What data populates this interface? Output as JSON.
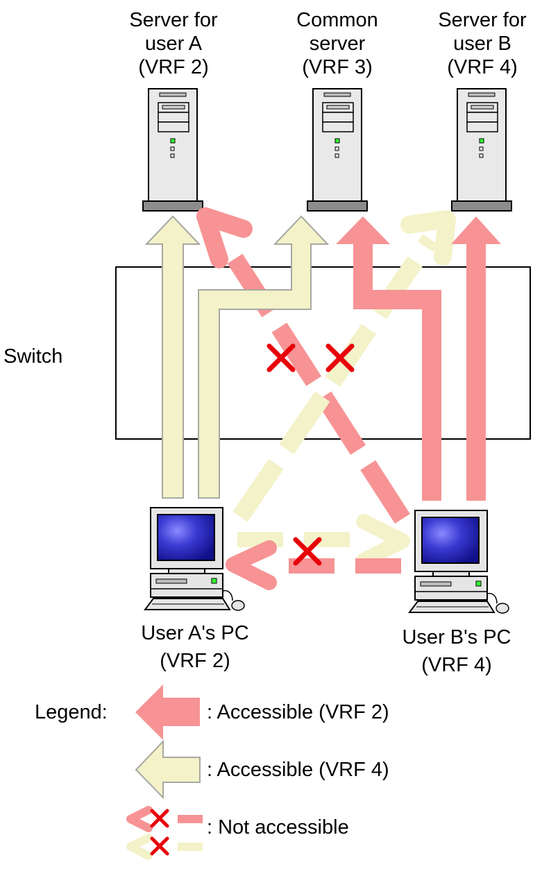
{
  "servers": [
    {
      "id": "a",
      "lines": [
        "Server for",
        "user A",
        "(VRF 2)"
      ]
    },
    {
      "id": "common",
      "lines": [
        "Common",
        "server",
        "(VRF 3)"
      ]
    },
    {
      "id": "b",
      "lines": [
        "Server for",
        "user B",
        "(VRF 4)"
      ]
    }
  ],
  "switch_label": "Switch",
  "pcs": [
    {
      "id": "a",
      "lines": [
        "User A's PC",
        "(VRF 2)"
      ]
    },
    {
      "id": "b",
      "lines": [
        "User B's PC",
        "(VRF 4)"
      ]
    }
  ],
  "legend": {
    "title": "Legend:",
    "accessible_vrf2": ": Accessible (VRF 2)",
    "accessible_vrf4": ": Accessible (VRF 4)",
    "not_accessible": ": Not accessible"
  },
  "colors": {
    "pink": "#f79394",
    "yellow": "#f3f2c9",
    "yellow_outline": "#a8a8a0",
    "cross": "#e8000a",
    "screen": "#3a3ad2"
  }
}
